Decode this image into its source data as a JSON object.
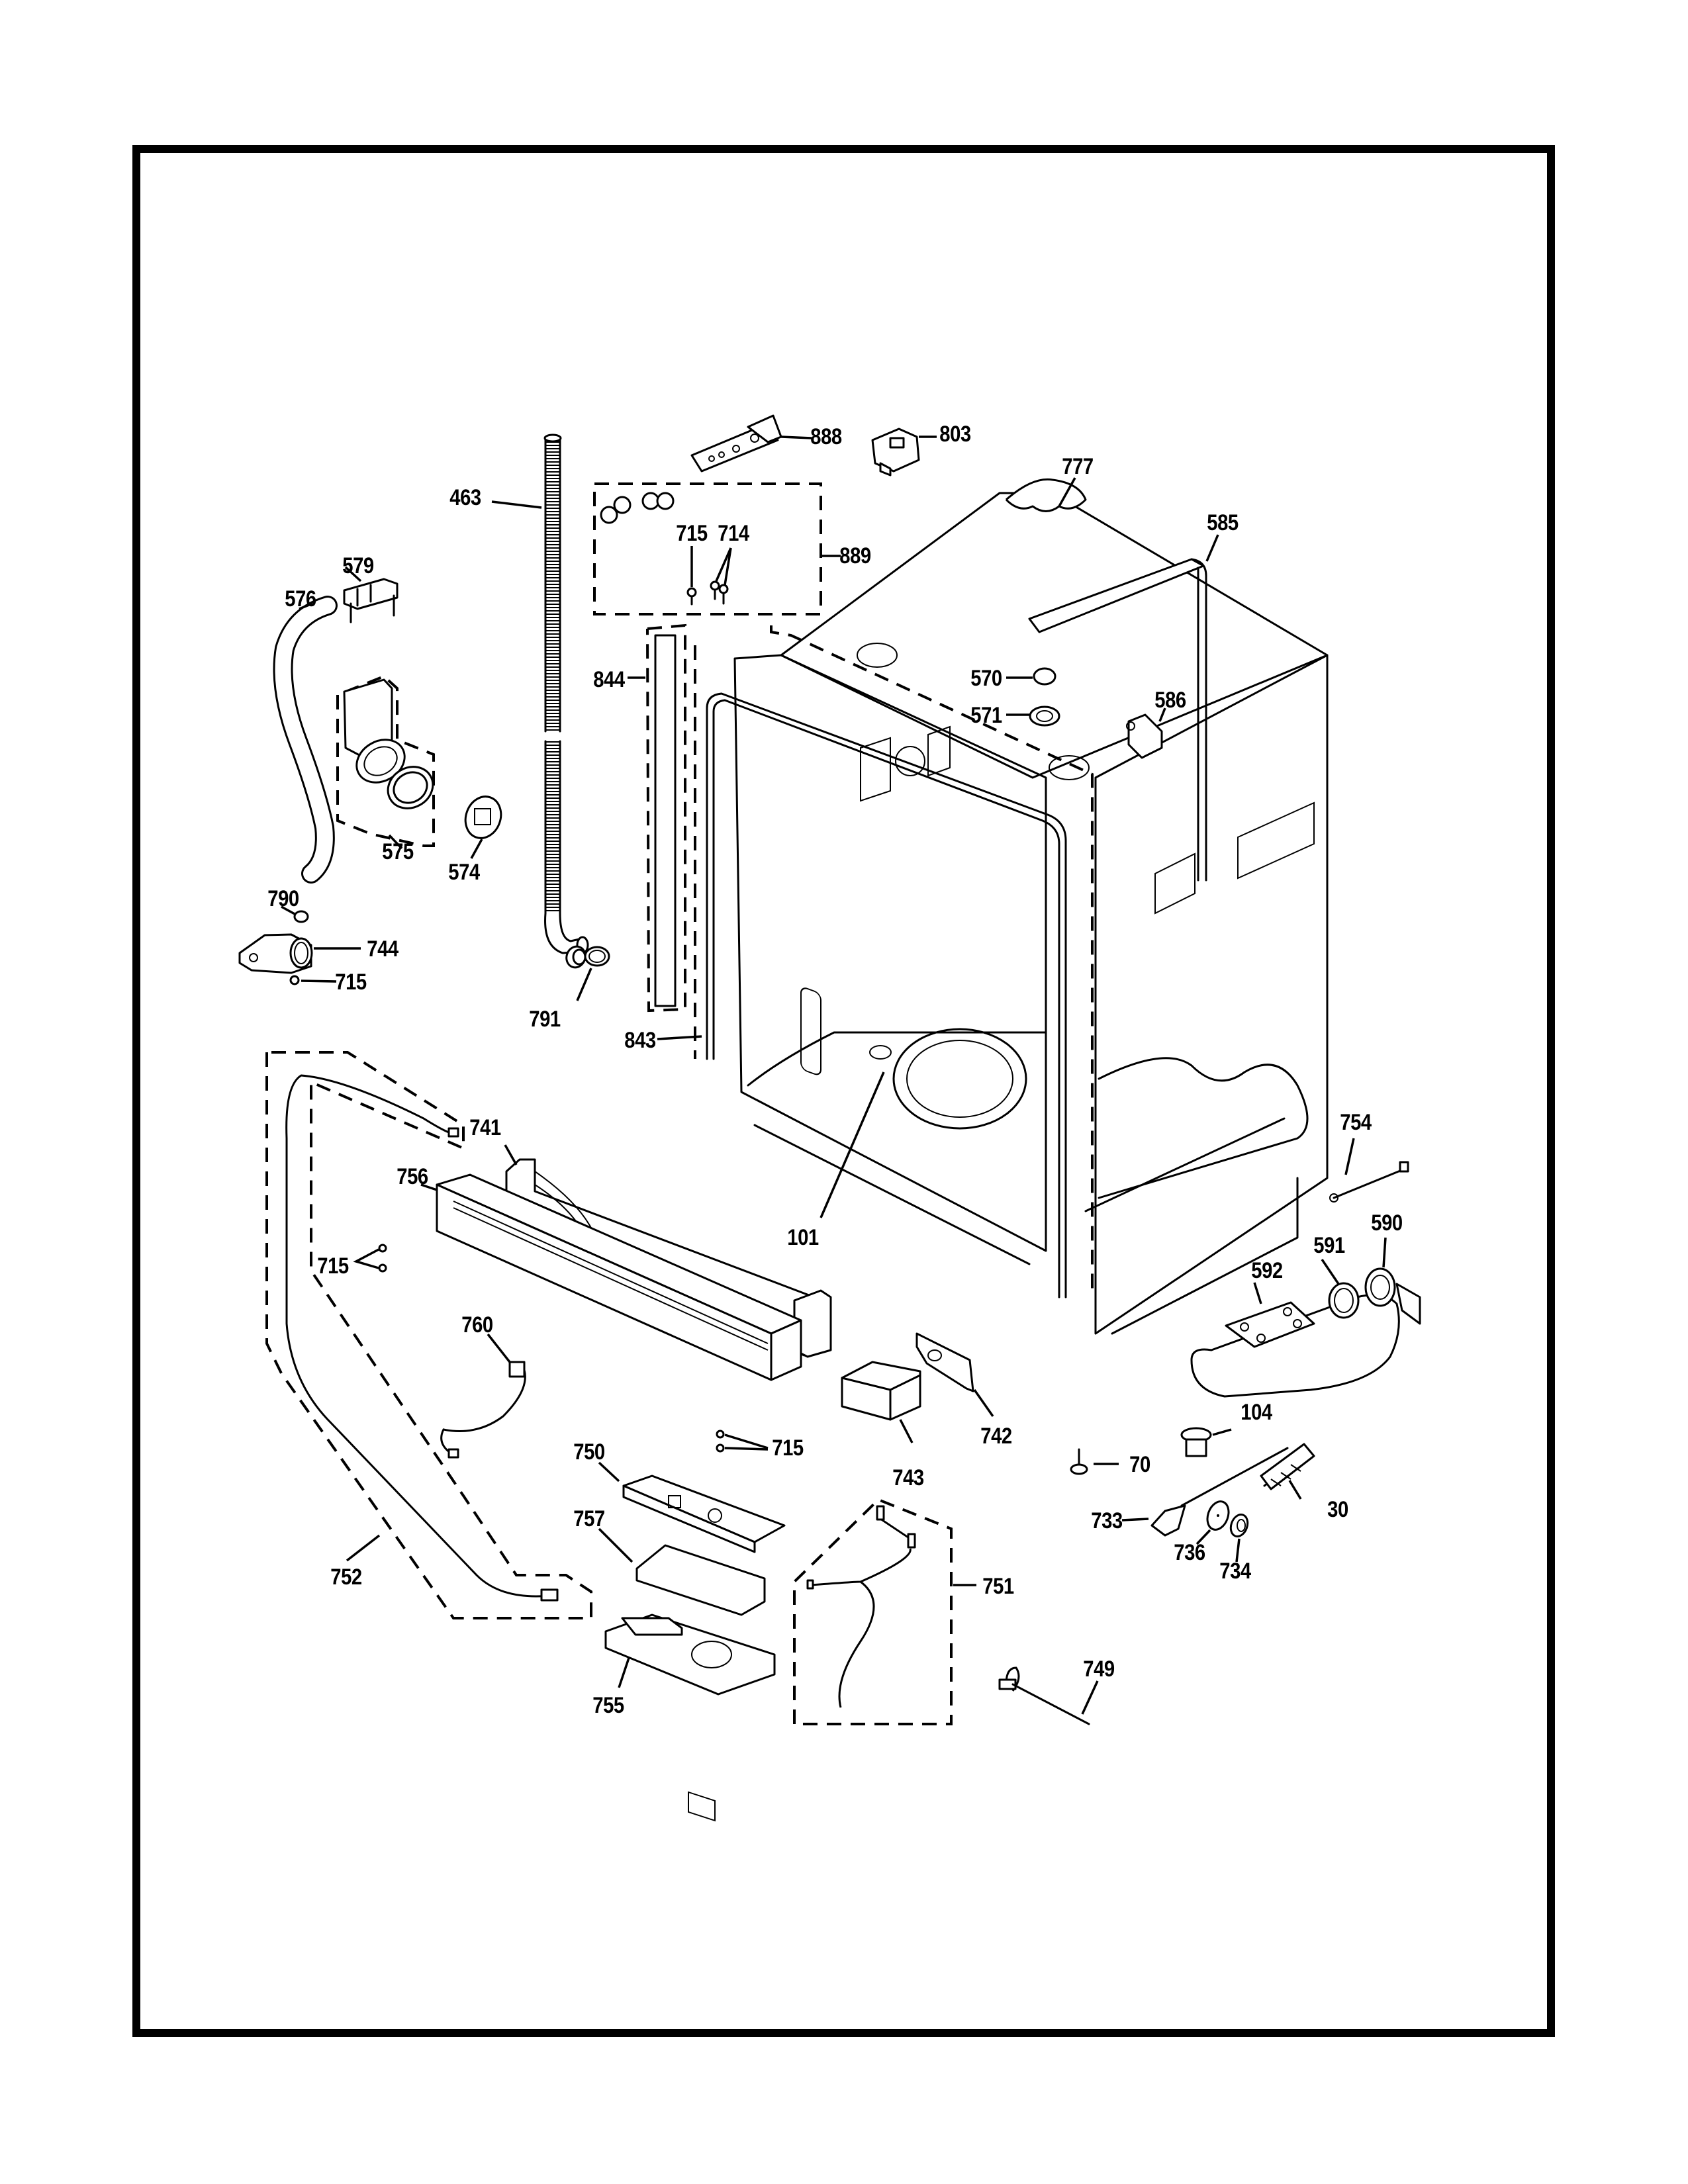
{
  "diagram": {
    "title_visible": false,
    "colors": {
      "line": "#000000",
      "background": "#ffffff"
    },
    "callouts": [
      {
        "id": "888",
        "text": "888",
        "part": "hinge-bracket"
      },
      {
        "id": "803",
        "text": "803",
        "part": "door-latch"
      },
      {
        "id": "463",
        "text": "463",
        "part": "vent-hose"
      },
      {
        "id": "715a",
        "text": "715",
        "part": "screw"
      },
      {
        "id": "714",
        "text": "714",
        "part": "screws"
      },
      {
        "id": "889",
        "text": "889",
        "part": "hardware-kit"
      },
      {
        "id": "777",
        "text": "777",
        "part": "insulation-blanket"
      },
      {
        "id": "585",
        "text": "585",
        "part": "spray-arm-conduit"
      },
      {
        "id": "579",
        "text": "579",
        "part": "inlet-bracket"
      },
      {
        "id": "576",
        "text": "576",
        "part": "fill-hose"
      },
      {
        "id": "844",
        "text": "844",
        "part": "side-trim"
      },
      {
        "id": "570",
        "text": "570",
        "part": "float"
      },
      {
        "id": "571",
        "text": "571",
        "part": "float-housing"
      },
      {
        "id": "586",
        "text": "586",
        "part": "vent-assembly"
      },
      {
        "id": "575",
        "text": "575",
        "part": "fill-funnel-kit"
      },
      {
        "id": "574",
        "text": "574",
        "part": "fill-cap"
      },
      {
        "id": "790",
        "text": "790",
        "part": "hose-clamp"
      },
      {
        "id": "744",
        "text": "744",
        "part": "water-valve"
      },
      {
        "id": "715b",
        "text": "715",
        "part": "screw"
      },
      {
        "id": "791",
        "text": "791",
        "part": "hose-clamp"
      },
      {
        "id": "843",
        "text": "843",
        "part": "door-gasket"
      },
      {
        "id": "741",
        "text": "741",
        "part": "trim-bracket"
      },
      {
        "id": "756",
        "text": "756",
        "part": "control-panel-housing"
      },
      {
        "id": "754",
        "text": "754",
        "part": "ground-wire"
      },
      {
        "id": "590",
        "text": "590",
        "part": "drain-manifold"
      },
      {
        "id": "591",
        "text": "591",
        "part": "grommet"
      },
      {
        "id": "101",
        "text": "101",
        "part": "tub-assembly"
      },
      {
        "id": "715c",
        "text": "715",
        "part": "screws"
      },
      {
        "id": "592",
        "text": "592",
        "part": "mounting-plate"
      },
      {
        "id": "760",
        "text": "760",
        "part": "thermistor"
      },
      {
        "id": "742",
        "text": "742",
        "part": "bracket"
      },
      {
        "id": "715d",
        "text": "715",
        "part": "screws"
      },
      {
        "id": "104",
        "text": "104",
        "part": "leveling-foot-nut"
      },
      {
        "id": "70",
        "text": "70",
        "part": "leveling-leg"
      },
      {
        "id": "750",
        "text": "750",
        "part": "control-board"
      },
      {
        "id": "743",
        "text": "743",
        "part": "junction-box"
      },
      {
        "id": "757",
        "text": "757",
        "part": "board-bracket"
      },
      {
        "id": "30",
        "text": "30",
        "part": "door-spring"
      },
      {
        "id": "733",
        "text": "733",
        "part": "cable-pulley"
      },
      {
        "id": "736",
        "text": "736",
        "part": "washer"
      },
      {
        "id": "734",
        "text": "734",
        "part": "pulley"
      },
      {
        "id": "752",
        "text": "752",
        "part": "wire-harness"
      },
      {
        "id": "751",
        "text": "751",
        "part": "wire-harness"
      },
      {
        "id": "749",
        "text": "749",
        "part": "power-cord"
      },
      {
        "id": "755",
        "text": "755",
        "part": "board-cover"
      }
    ]
  }
}
